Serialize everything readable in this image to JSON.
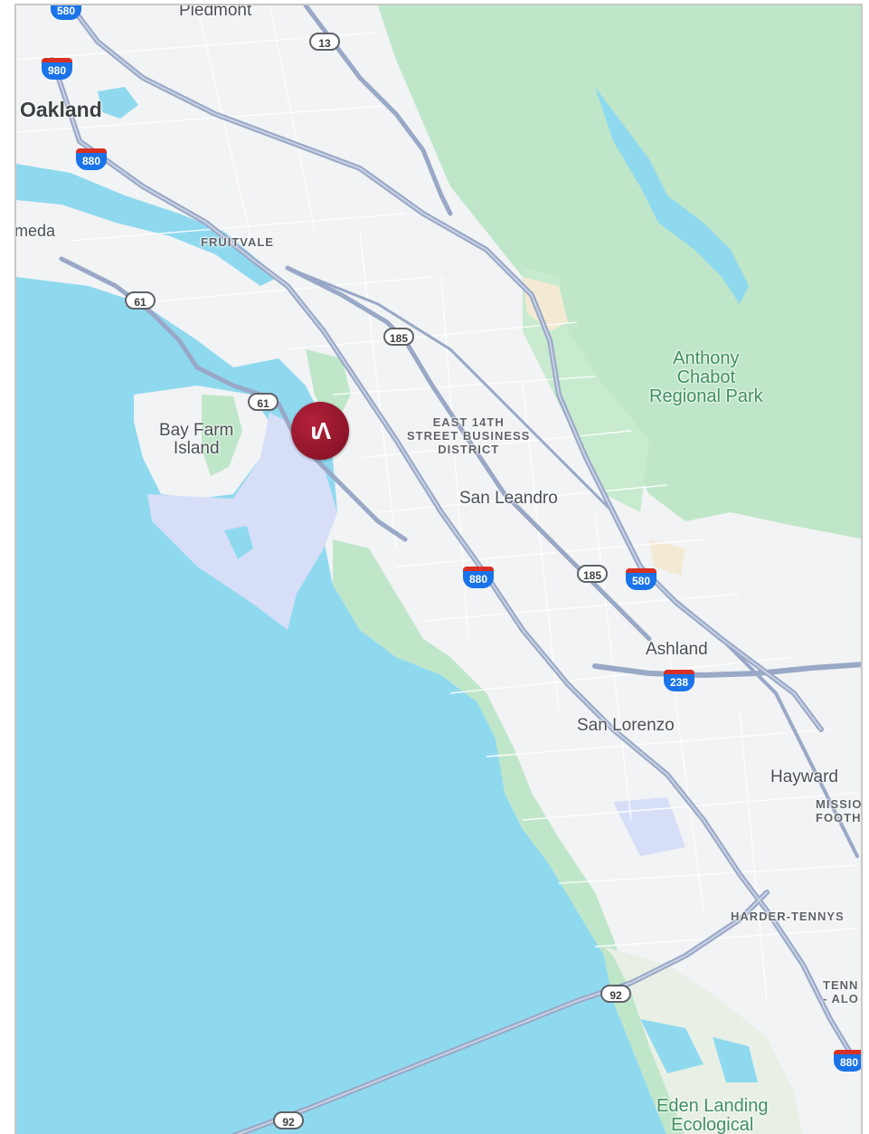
{
  "map": {
    "colors": {
      "water": "#8fd9ef",
      "land": "#f1f3f4",
      "park": "#bfe6c8",
      "airport": "#d7def7",
      "sand": "#f4ead3",
      "highway": "#99a8c6"
    },
    "labels": {
      "piedmont": "Piedmont",
      "oakland": "Oakland",
      "alameda": "meda",
      "fruitvale": "FRUITVALE",
      "bay_farm_island": "Bay Farm\nIsland",
      "east_14th": "EAST 14TH\nSTREET BUSINESS\nDISTRICT",
      "san_leandro": "San Leandro",
      "anthony_chabot": "Anthony\nChabot\nRegional Park",
      "ashland": "Ashland",
      "san_lorenzo": "San Lorenzo",
      "hayward": "Hayward",
      "mission_foothills": "MISSIO\nFOOTHI",
      "harder_tennyson": "HARDER-TENNYS",
      "tennyson_alo": "TENN\n- ALO",
      "eden_landing": "Eden Landing\nEcological"
    },
    "shields": {
      "i580_top": "580",
      "i980": "980",
      "i880_top": "880",
      "sr13": "13",
      "sr61_a": "61",
      "sr61_b": "61",
      "sr185_a": "185",
      "i880_mid": "880",
      "sr185_b": "185",
      "i580_mid": "580",
      "i238": "238",
      "sr92_a": "92",
      "sr92_b": "92",
      "i880_bottom": "880"
    },
    "marker": {
      "logo_text": "ɩΛ"
    }
  }
}
